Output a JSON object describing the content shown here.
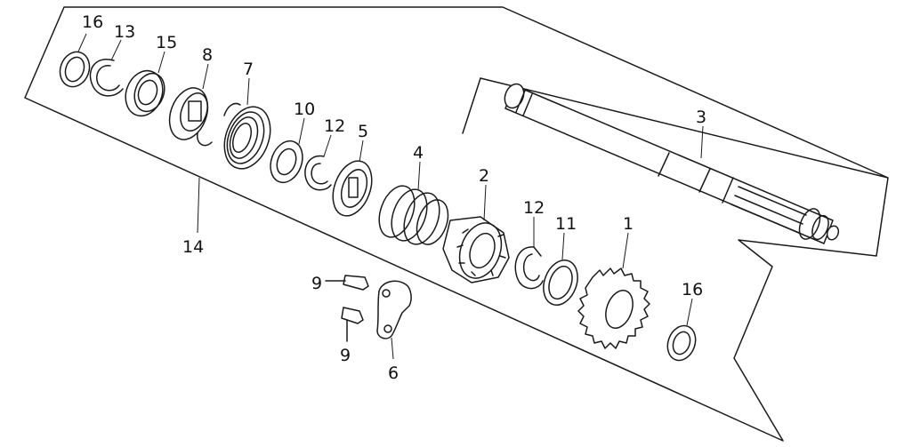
{
  "callouts": [
    {
      "id": "c16a",
      "text": "16"
    },
    {
      "id": "c13",
      "text": "13"
    },
    {
      "id": "c15",
      "text": "15"
    },
    {
      "id": "c8",
      "text": "8"
    },
    {
      "id": "c7",
      "text": "7"
    },
    {
      "id": "c10",
      "text": "10"
    },
    {
      "id": "c12a",
      "text": "12"
    },
    {
      "id": "c5",
      "text": "5"
    },
    {
      "id": "c4",
      "text": "4"
    },
    {
      "id": "c2",
      "text": "2"
    },
    {
      "id": "c12b",
      "text": "12"
    },
    {
      "id": "c11",
      "text": "11"
    },
    {
      "id": "c1",
      "text": "1"
    },
    {
      "id": "c3",
      "text": "3"
    },
    {
      "id": "c16b",
      "text": "16"
    },
    {
      "id": "c14",
      "text": "14"
    },
    {
      "id": "c9a",
      "text": "9"
    },
    {
      "id": "c9b",
      "text": "9"
    },
    {
      "id": "c6",
      "text": "6"
    }
  ]
}
